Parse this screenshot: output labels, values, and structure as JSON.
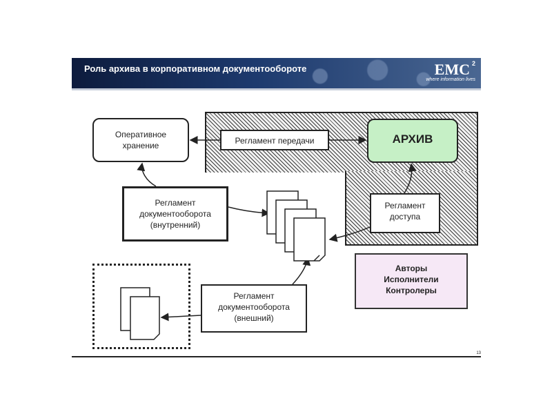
{
  "header": {
    "title": "Роль архива в корпоративном документообороте",
    "logo": {
      "text": "EMC",
      "superscript": "2",
      "tagline": "where information lives"
    }
  },
  "diagram": {
    "operative_storage": [
      "Оперативное",
      "хранение"
    ],
    "transfer_rule": "Регламент передачи",
    "archive": "АРХИВ",
    "access_rule": [
      "Регламент",
      "доступа"
    ],
    "internal_rule": [
      "Регламент",
      "документооборота",
      "(внутренний)"
    ],
    "external_rule": [
      "Регламент",
      "документооборота",
      "(внешний)"
    ],
    "roles": [
      "Авторы",
      "Исполнители",
      "Контролеры"
    ]
  },
  "footer": {
    "page_number": "13"
  },
  "colors": {
    "header_dark": "#0d1b3d",
    "archive_fill": "#c6f0c6",
    "roles_fill": "#f6e8f6"
  },
  "icons": [
    "document-stack-icon",
    "document-pair-icon"
  ]
}
